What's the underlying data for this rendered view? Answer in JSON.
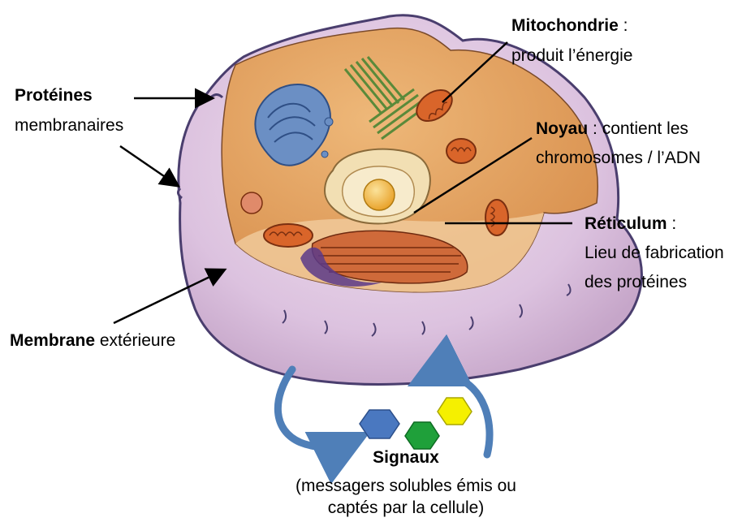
{
  "labels": {
    "proteines": {
      "title": "Protéines",
      "desc": "membranaires"
    },
    "mitochondrie": {
      "title": "Mitochondrie",
      "sep": " :",
      "desc": "produit l’énergie"
    },
    "noyau": {
      "title": "Noyau",
      "desc1": " : contient les",
      "desc2": "chromosomes / l’ADN"
    },
    "reticulum": {
      "title": "Réticulum",
      "sep": " :",
      "desc1": "Lieu de fabrication",
      "desc2": "des protéines"
    },
    "membrane": {
      "title": "Membrane",
      "desc": " extérieure"
    },
    "signaux": {
      "title": "Signaux",
      "desc1": "(messagers solubles émis ou",
      "desc2": "captés par la cellule)"
    }
  },
  "colors": {
    "membrane": "#d9bfdc",
    "membrane_outline": "#4a3e6e",
    "cytoplasm": "#e2a064",
    "golgi": "#6b8fc4",
    "centriole": "#9cc46a",
    "mitochondria": "#d9652a",
    "nucleus": "#f2dfb3",
    "nucleolus": "#f0b040",
    "reticulum": "#cf6a3a",
    "hex_blue": "#4a78c0",
    "hex_green": "#1fa03a",
    "hex_yellow": "#f5f000",
    "arrow_blue": "#4f7fb8"
  }
}
